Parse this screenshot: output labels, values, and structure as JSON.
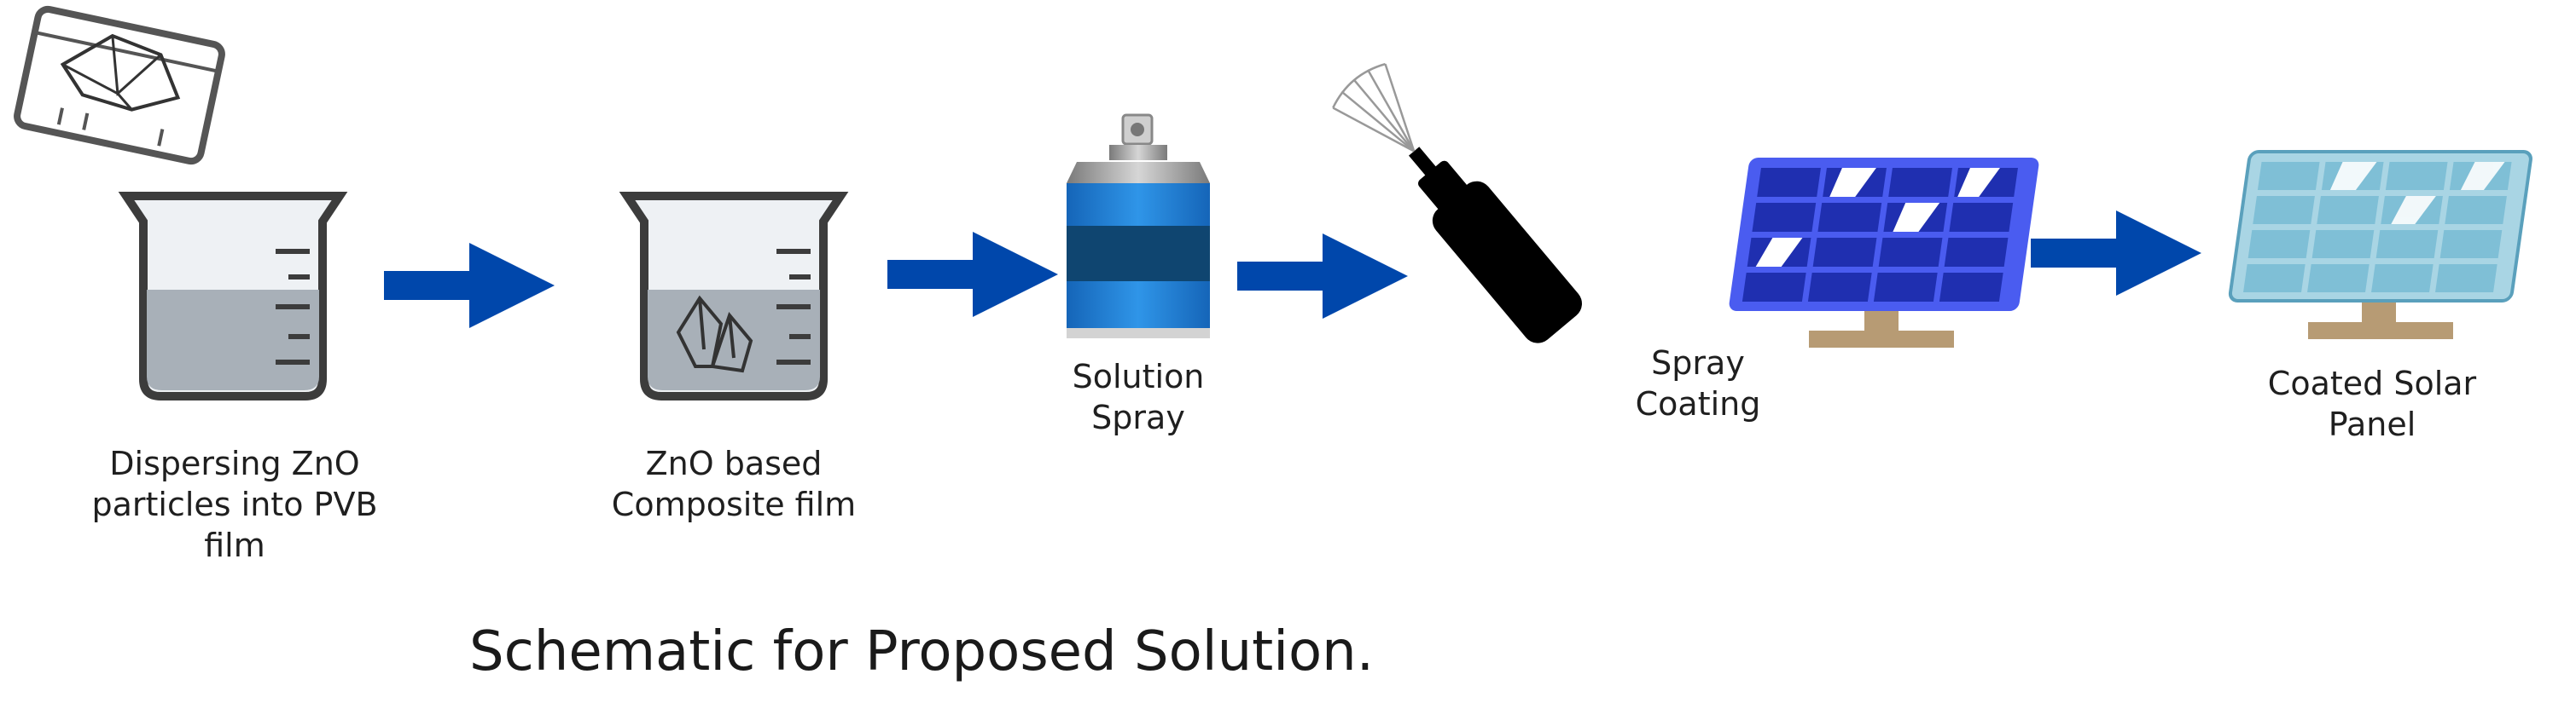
{
  "steps": [
    {
      "id": "disperse",
      "icon": "beaker-with-dispersed-particles-icon",
      "lines": [
        "Dispersing ZnO",
        "particles into PVB",
        "film"
      ]
    },
    {
      "id": "composite",
      "icon": "beaker-with-crystal-icon",
      "lines": [
        "ZnO based",
        "Composite film"
      ]
    },
    {
      "id": "solution",
      "icon": "spray-can-icon",
      "lines": [
        "Solution",
        "Spray"
      ]
    },
    {
      "id": "spraying",
      "icon": "spray-nozzle-icon",
      "lines": [
        "Spray",
        "Coating"
      ]
    },
    {
      "id": "coated",
      "icon": "coated-solar-panel-icon",
      "lines": [
        "Coated Solar",
        "Panel"
      ]
    }
  ],
  "title": "Schematic for Proposed Solution.",
  "colors": {
    "arrow": "#0047ab",
    "beaker_outline": "#3c3c3c",
    "liquid": "#a8b0b8",
    "can_body": "#1f7fd4",
    "can_band": "#0f4570",
    "nozzle": "#000000",
    "panel_blue": "#1f2fb0",
    "panel_frame": "#4a5cf0",
    "coated_panel": "#7fbfd6",
    "stand": "#b79b74"
  }
}
